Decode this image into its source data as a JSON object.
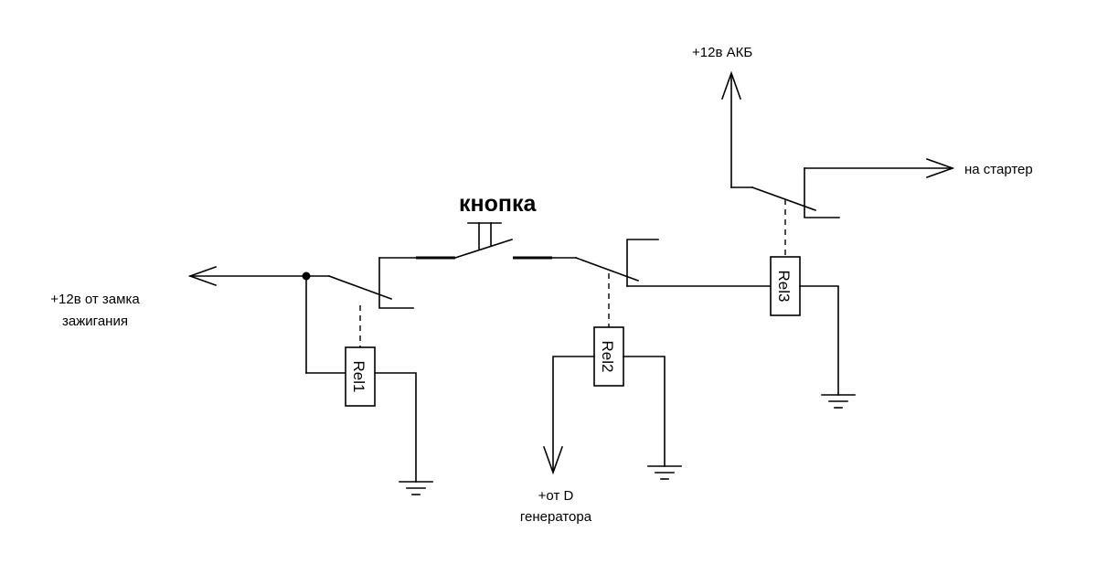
{
  "labels": {
    "ignition": [
      "+12в от замка",
      "зажигания"
    ],
    "button": "кнопка",
    "battery": "+12в АКБ",
    "starter": "на стартер",
    "generator": [
      "+от D",
      "генератора"
    ]
  },
  "relays": {
    "rel1": "Rel1",
    "rel2": "Rel2",
    "rel3": "Rel3"
  },
  "colors": {
    "line": "#000000",
    "background": "#ffffff"
  }
}
